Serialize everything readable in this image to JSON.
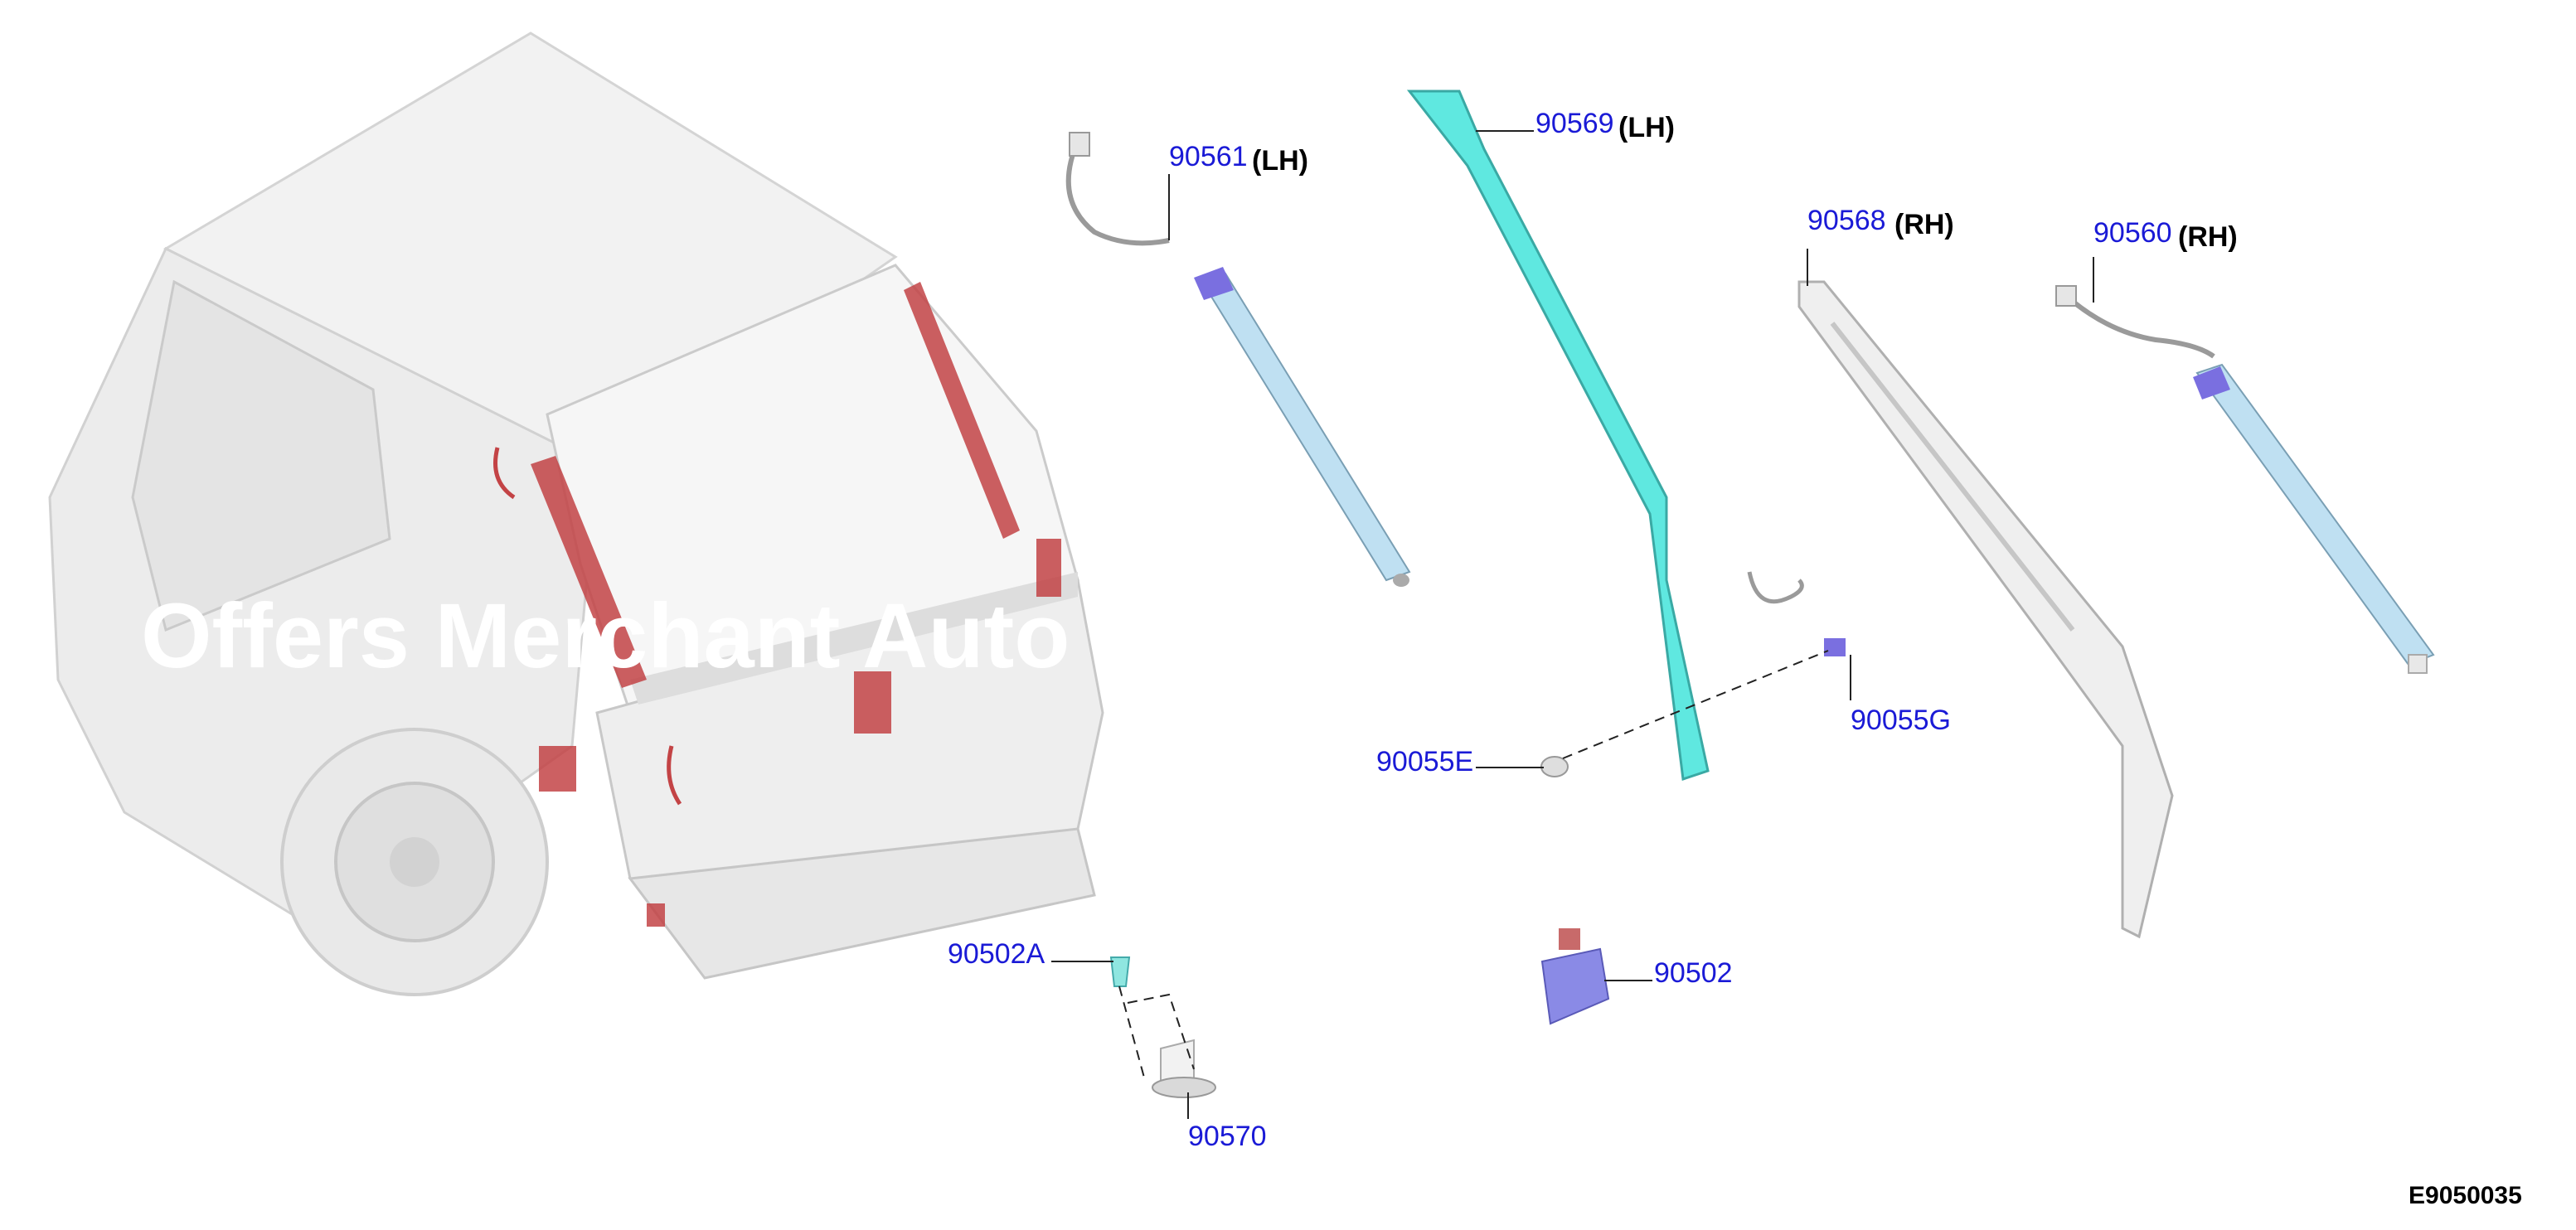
{
  "diagram": {
    "watermark": "Offers Merchant Auto",
    "figure_code": "E9050035",
    "callouts": [
      {
        "id": "90561",
        "side": "(LH)"
      },
      {
        "id": "90569",
        "side": "(LH)"
      },
      {
        "id": "90568",
        "side": "(RH)"
      },
      {
        "id": "90560",
        "side": "(RH)"
      },
      {
        "id": "90055E",
        "side": ""
      },
      {
        "id": "90055G",
        "side": ""
      },
      {
        "id": "90502A",
        "side": ""
      },
      {
        "id": "90502",
        "side": ""
      },
      {
        "id": "90570",
        "side": ""
      }
    ],
    "colors": {
      "callout": "#1a1ad6",
      "highlight_red": "#c0393c",
      "trim_cyan": "#5fe8e0",
      "module_purple": "#8a8ae6",
      "strut_blue": "#bfe0f2"
    }
  }
}
